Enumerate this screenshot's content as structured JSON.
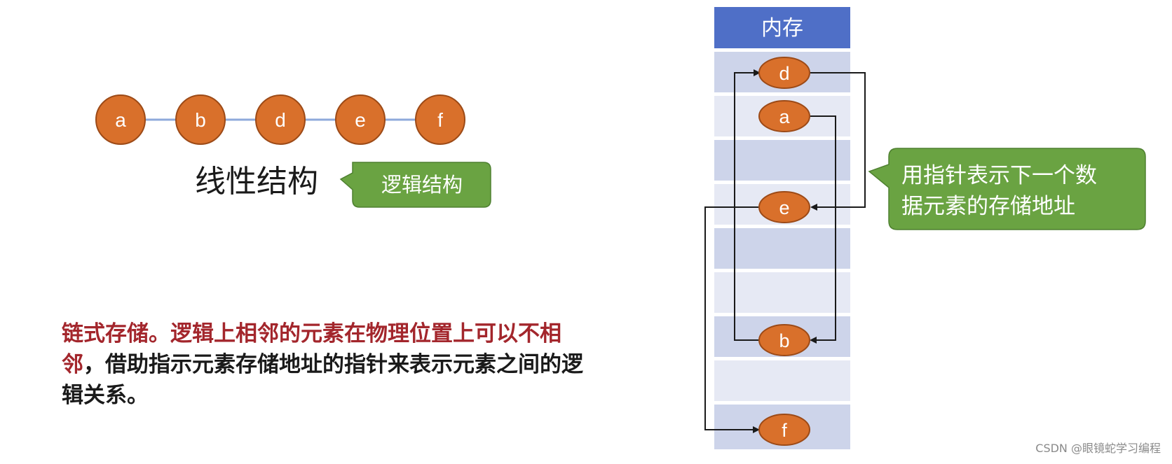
{
  "logical": {
    "nodes": [
      "a",
      "b",
      "d",
      "e",
      "f"
    ],
    "caption": "线性结构",
    "callout": "逻辑结构"
  },
  "memory": {
    "header": "内存",
    "rows": [
      "d",
      "a",
      "",
      "e",
      "",
      "",
      "b",
      "",
      "f"
    ],
    "next_links": [
      {
        "from": "a",
        "to": "b"
      },
      {
        "from": "b",
        "to": "d"
      },
      {
        "from": "d",
        "to": "e"
      },
      {
        "from": "e",
        "to": "f"
      }
    ],
    "callout_line1": "用指针表示下一个数",
    "callout_line2": "据元素的存储地址"
  },
  "description": {
    "term": "链式存储。",
    "highlight": "逻辑上相邻的元素在物理位置上可以不相邻",
    "rest": "，借助指示元素存储地址的指针来表示元素之间的逻辑关系。"
  },
  "watermark": "CSDN @眼镜蛇学习编程",
  "colors": {
    "node_fill": "#d9702b",
    "node_stroke": "#9c4a17",
    "link_line": "#8eaadb",
    "callout_green": "#6aa342",
    "memory_header": "#4f6fc7",
    "row_dark": "#cdd4ea",
    "row_light": "#e6e9f4",
    "term_red": "#a3262c"
  }
}
